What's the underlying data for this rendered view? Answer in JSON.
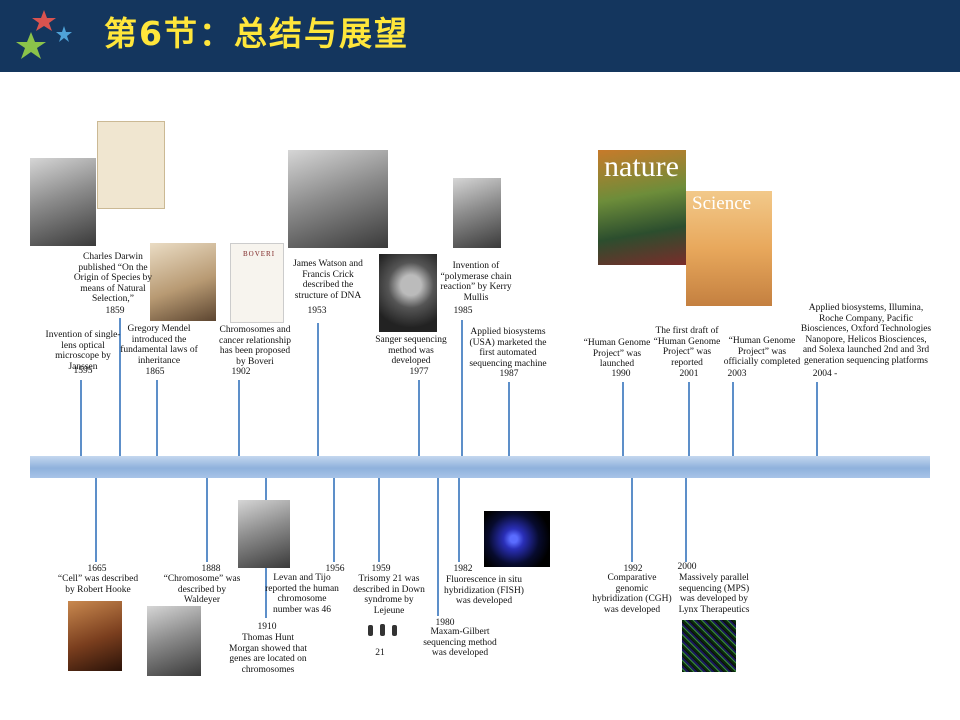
{
  "header": {
    "title": "第6节：总结与展望",
    "background": "#14365e",
    "title_color": "#ffe63b"
  },
  "top_events": [
    {
      "text": "Invention of single-\nlens optical\nmicroscope by\nJanssen",
      "year": "1595"
    },
    {
      "text": "Charles Darwin\npublished “On the\nOrigin of Species by\nmeans of Natural\nSelection,”",
      "year": "1859"
    },
    {
      "text": "Gregory Mendel\nintroduced the\nfundamental laws of\ninheritance",
      "year": "1865"
    },
    {
      "text": "Chromosomes and\ncancer relationship\nhas been proposed\nby Boveri",
      "year": "1902"
    },
    {
      "text": "James Watson and\nFrancis Crick\ndescribed the\nstructure of DNA",
      "year": "1953"
    },
    {
      "text": "Sanger sequencing\nmethod was\ndeveloped",
      "year": "1977"
    },
    {
      "text": "Invention of\n“polymerase chain\nreaction” by Kerry\nMullis",
      "year": "1985"
    },
    {
      "text": "Applied biosystems\n(USA) marketed the\nfirst automated\nsequencing machine",
      "year": "1987"
    },
    {
      "text": "“Human Genome\nProject” was\nlaunched",
      "year": "1990"
    },
    {
      "text": "The first draft of\n“Human Genome\nProject” was\nreported",
      "year": "2001"
    },
    {
      "text": "“Human Genome\nProject” was\nofficially completed",
      "year": "2003"
    },
    {
      "text": "Applied biosystems, Illumina,\nRoche Company, Pacific\nBiosciences, Oxford Technologies\nNanopore, Helicos Biosciences,\nand Solexa launched 2nd and 3rd\ngeneration sequencing platforms",
      "year": "2004 -"
    }
  ],
  "bottom_events": [
    {
      "year": "1665",
      "text": "“Cell” was described\nby Robert Hooke"
    },
    {
      "year": "1888",
      "text": "“Chromosome” was\ndescribed by\nWaldeyer"
    },
    {
      "year": "1910",
      "text": "Thomas Hunt\nMorgan showed that\ngenes are located on\nchromosomes"
    },
    {
      "year": "1956",
      "text": "Levan and Tijo\nreported the human\nchromosome\nnumber was 46"
    },
    {
      "year": "1959",
      "text": "Trisomy 21 was\ndescribed in Down\nsyndrome by\nLejeune"
    },
    {
      "year": "1980",
      "text": "Maxam-Gilbert\nsequencing method\nwas developed"
    },
    {
      "year": "1982",
      "text": "Fluorescence in situ\nhybridization (FISH)\nwas developed"
    },
    {
      "year": "1992",
      "text": "Comparative\ngenomic\nhybridization (CGH)\nwas developed"
    },
    {
      "year": "2000",
      "text": "Massively parallel\nsequencing (MPS)\nwas developed by\nLynx Therapeutics"
    }
  ],
  "image_labels": {
    "trisomy_number": "21",
    "nature_cover": "nature",
    "science_cover": "Science",
    "boveri_book": "BOVERI"
  },
  "colors": {
    "axis": "#8fb1dc",
    "tick": "#5d8fc9"
  }
}
